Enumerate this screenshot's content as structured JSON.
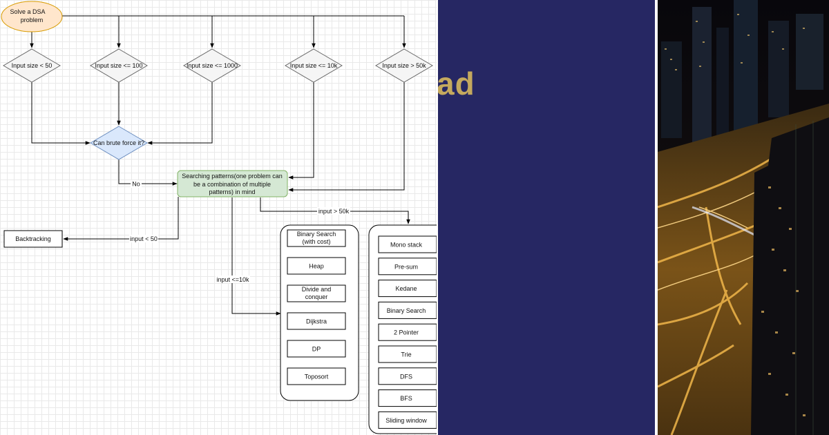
{
  "flowchart": {
    "start": "Solve a DSA problem",
    "conditions": {
      "lt50": "Input size < 50",
      "le100": "Input size <= 100",
      "le1000": "Input size <= 1000",
      "le10k": "Input size <= 10k",
      "gt50k": "Input size > 50k"
    },
    "decision": "Can brute force it?",
    "search_box": [
      "Searching patterns(one problem can",
      "be a combination of multiple",
      "patterns) in mind"
    ],
    "edge_labels": {
      "no": "No",
      "input_lt_50": "input < 50",
      "input_le_10k": "input <=10k",
      "input_gt_50k": "input > 50k"
    },
    "backtracking": "Backtracking",
    "group_10k": [
      [
        "Binary Search",
        "(with cost)"
      ],
      [
        "Heap"
      ],
      [
        "Divide and",
        "conquer"
      ],
      [
        "Dijkstra"
      ],
      [
        "DP"
      ],
      [
        "Toposort"
      ]
    ],
    "group_50k": [
      "Mono stack",
      "Pre-sum",
      "Kedane",
      "Binary Search",
      "2 Pointer",
      "Trie",
      "DFS",
      "BFS",
      "Sliding window"
    ]
  },
  "title_panel": {
    "fragment": "ad",
    "background": "#262763",
    "text_color": "#c4a95e"
  },
  "photo": {
    "subject": "night-city-highway-photo"
  },
  "colors": {
    "start_fill": "#ffe6cc",
    "start_stroke": "#d79b00",
    "decision_fill": "#dae8fc",
    "decision_stroke": "#6c8ebf",
    "search_fill": "#d5e8d4",
    "search_stroke": "#82b366",
    "condition_fill": "#f5f5f5",
    "condition_stroke": "#666666"
  }
}
